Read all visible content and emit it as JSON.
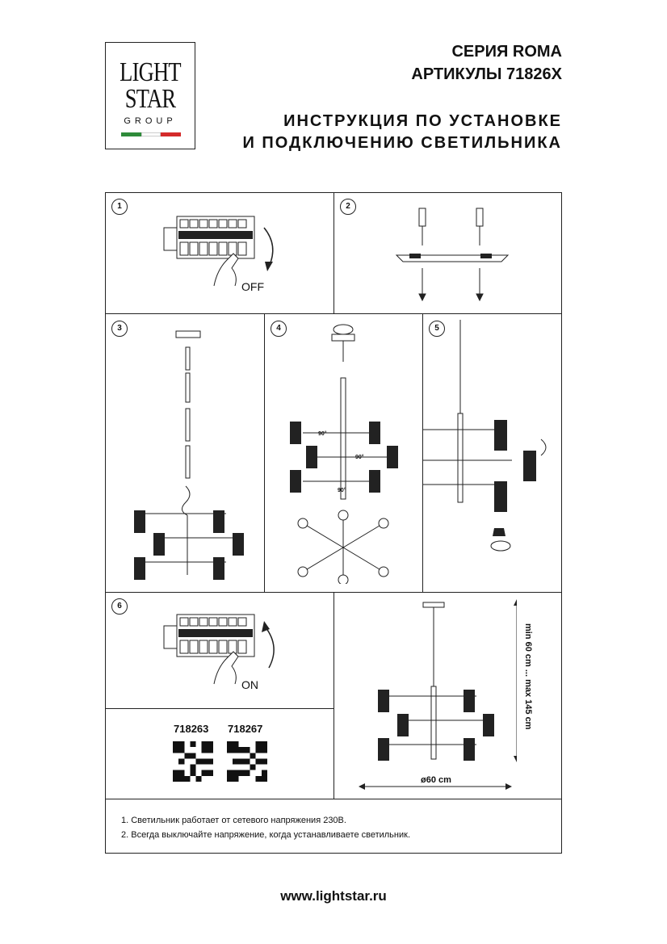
{
  "logo": {
    "line1": "LIGHT",
    "line2": "STAR",
    "line3": "GROUP",
    "flag_colors": [
      "#2e8b3a",
      "#ffffff",
      "#d42a2a"
    ]
  },
  "header": {
    "series": "СЕРИЯ ROMA",
    "articles": "АРТИКУЛЫ 71826X",
    "title_line1": "ИНСТРУКЦИЯ ПО УСТАНОВКЕ",
    "title_line2": "И ПОДКЛЮЧЕНИЮ СВЕТИЛЬНИКА"
  },
  "steps": {
    "s1": {
      "number": "1",
      "label": "OFF"
    },
    "s2": {
      "number": "2"
    },
    "s3": {
      "number": "3"
    },
    "s4": {
      "number": "4"
    },
    "s5": {
      "number": "5"
    },
    "s6": {
      "number": "6",
      "label": "ON"
    }
  },
  "angles": {
    "a1": "90°",
    "a2": "90°",
    "a3": "90°"
  },
  "qr": {
    "code1": "718263",
    "code2": "718267"
  },
  "dimensions": {
    "height": "min 60 cm ... max 145 cm",
    "diameter": "ø60 cm"
  },
  "notes": {
    "n1": "1. Светильник работает от сетевого напряжения 230В.",
    "n2": "2. Всегда выключайте напряжение, когда устанавливаете светильник."
  },
  "footer": {
    "url": "www.lightstar.ru"
  }
}
